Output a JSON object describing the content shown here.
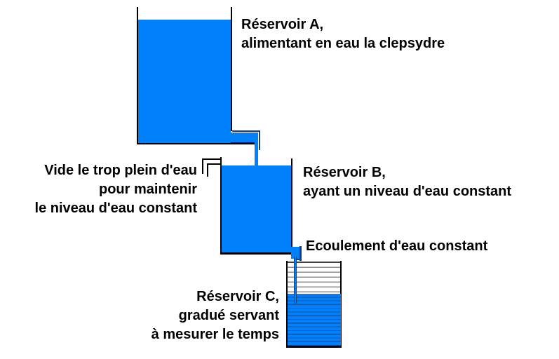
{
  "labels": {
    "reservoir_a": {
      "line1": "Réservoir A,",
      "line2": "alimentant en eau la clepsydre"
    },
    "overflow": {
      "line1": "Vide le trop plein d'eau",
      "line2": "pour maintenir",
      "line3": "le niveau d'eau constant"
    },
    "reservoir_b": {
      "line1": "Réservoir B,",
      "line2": "ayant un niveau d'eau constant"
    },
    "flow": {
      "line1": "Ecoulement d'eau constant"
    },
    "reservoir_c": {
      "line1": "Réservoir C,",
      "line2": "gradué servant",
      "line3": "à mesurer le temps"
    }
  },
  "colors": {
    "water": "#0080FB",
    "pipe_outline": "#17407F",
    "tank_outline": "#000000",
    "graduation_empty": "#8F8F8F",
    "graduation_water": "#2A4E8F",
    "background": "#FFFFFF",
    "text": "#000000"
  }
}
